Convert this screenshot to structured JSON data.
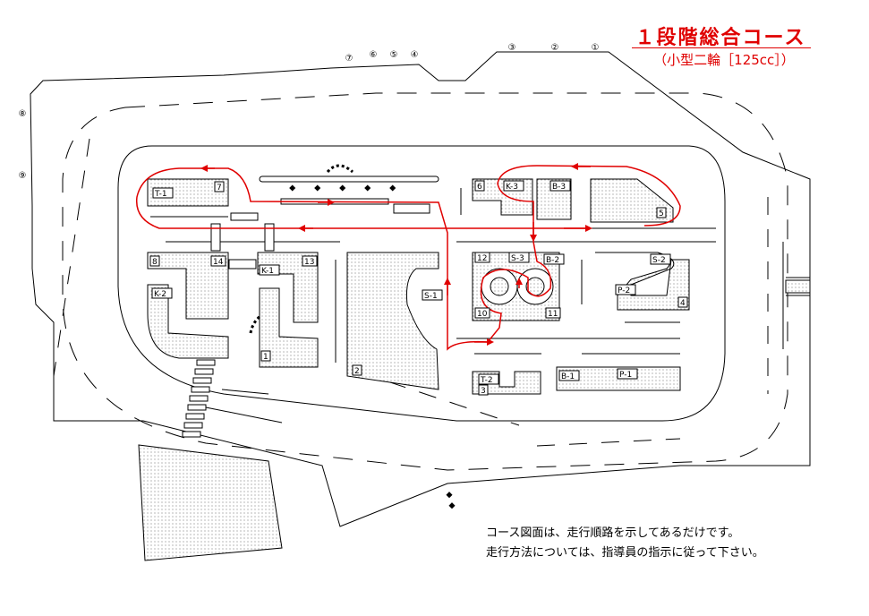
{
  "title": "１段階総合コース",
  "subtitle": "（小型二輪［125cc］）",
  "notes": [
    "コース図面は、走行順路を示してあるだけです。",
    "走行方法については、指導員の指示に従って下さい。"
  ],
  "perimeter_points": [
    "①",
    "②",
    "③",
    "④",
    "⑤",
    "⑥",
    "⑦",
    "⑧",
    "⑨"
  ],
  "block_labels": [
    "T-1",
    "7",
    "8",
    "14",
    "13",
    "K-1",
    "K-2",
    "1",
    "6",
    "K-3",
    "B-3",
    "5",
    "12",
    "S-3",
    "B-2",
    "S-2",
    "10",
    "11",
    "P-2",
    "4",
    "S-1",
    "2",
    "T-2",
    "3",
    "B-1",
    "P-1"
  ],
  "colors": {
    "route": "#e00000",
    "title": "#e00000",
    "line": "#000000",
    "dots": "#555555"
  }
}
